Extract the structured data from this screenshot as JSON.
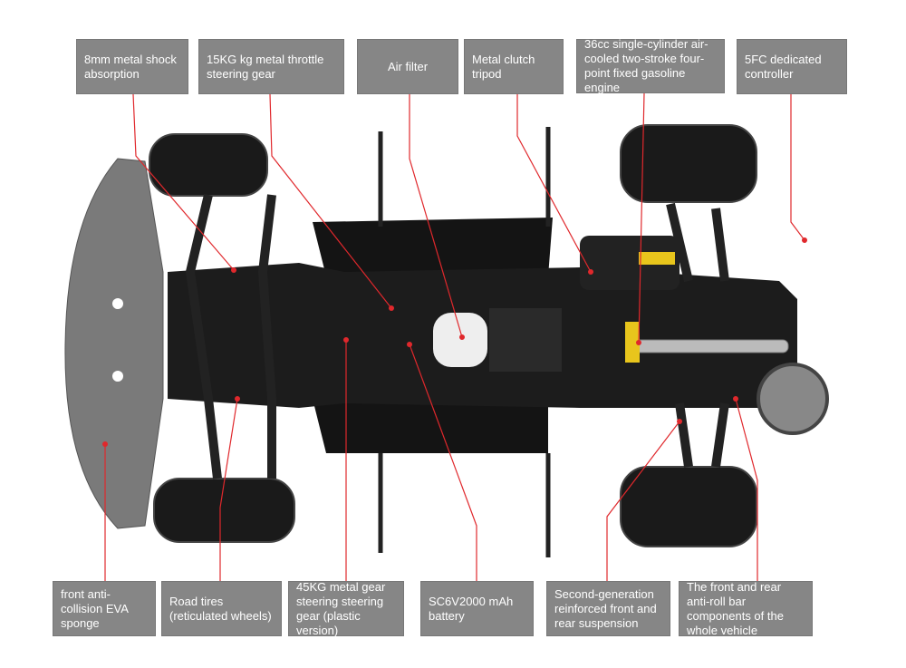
{
  "colors": {
    "label_bg": "#868686",
    "leader": "#e0282c",
    "chassis": "#1c1c1c",
    "sponge": "#7a7a7a"
  },
  "labels_top": [
    "8mm metal shock absorption",
    "15KG kg metal throttle steering gear",
    "Air filter",
    "Metal clutch tripod",
    "36cc single-cylinder air-cooled two-stroke four-point fixed gasoline engine",
    "5FC dedicated controller"
  ],
  "labels_bottom": [
    "front anti-collision EVA sponge",
    "Road tires (reticulated wheels)",
    "45KG metal gear steering steering gear (plastic version)",
    "SC6V2000 mAh battery",
    "Second-generation reinforced front and rear suspension",
    "The front and rear anti-roll bar components of the whole vehicle"
  ]
}
